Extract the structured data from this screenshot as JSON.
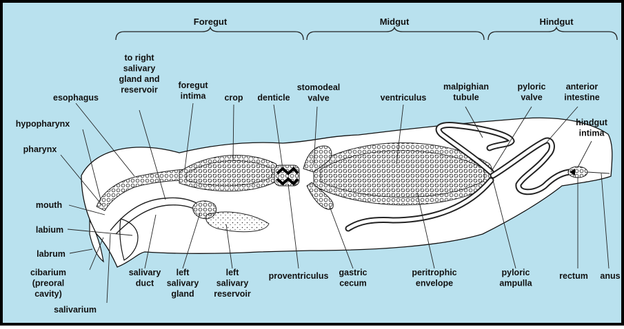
{
  "colors": {
    "background": "#b9e1ee",
    "frame": "#000000",
    "body_fill": "#ffffff",
    "line": "#222222"
  },
  "regions": {
    "foregut": "Foregut",
    "midgut": "Midgut",
    "hindgut": "Hindgut"
  },
  "labels": {
    "to_right_salivary": [
      "to right",
      "salivary",
      "gland and",
      "reservoir"
    ],
    "foregut_intima": [
      "foregut",
      "intima"
    ],
    "crop": "crop",
    "denticle": "denticle",
    "stomodeal_valve": [
      "stomodeal",
      "valve"
    ],
    "ventriculus": "ventriculus",
    "malpighian_tubule": [
      "malpighian",
      "tubule"
    ],
    "pyloric_valve": [
      "pyloric",
      "valve"
    ],
    "anterior_intestine": [
      "anterior",
      "intestine"
    ],
    "esophagus": "esophagus",
    "hypopharynx": "hypopharynx",
    "hindgut_intima": [
      "hindgut",
      "intima"
    ],
    "pharynx": "pharynx",
    "mouth": "mouth",
    "labium": "labium",
    "labrum": "labrum",
    "cibarium": [
      "cibarium",
      "(preoral",
      "cavity)"
    ],
    "salivarium": "salivarium",
    "salivary_duct": [
      "salivary",
      "duct"
    ],
    "left_salivary_gland": [
      "left",
      "salivary",
      "gland"
    ],
    "left_salivary_reservoir": [
      "left",
      "salivary",
      "reservoir"
    ],
    "proventriculus": "proventriculus",
    "gastric_cecum": [
      "gastric",
      "cecum"
    ],
    "peritrophic_envelope": [
      "peritrophic",
      "envelope"
    ],
    "pyloric_ampulla": [
      "pyloric",
      "ampulla"
    ],
    "rectum": "rectum",
    "anus": "anus"
  }
}
